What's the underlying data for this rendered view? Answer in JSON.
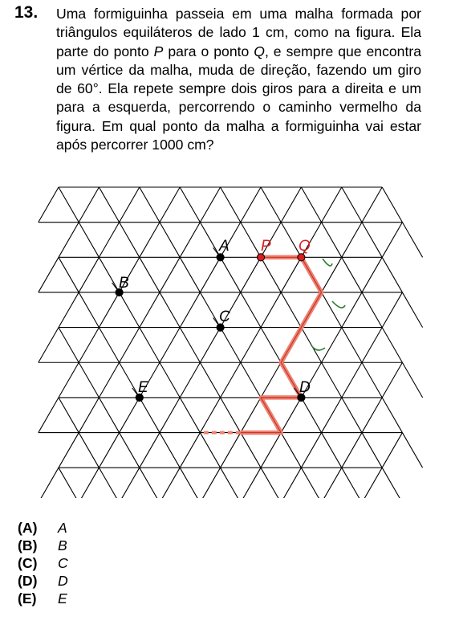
{
  "question": {
    "number": "13.",
    "text_parts": [
      "Uma formiguinha passeia em uma malha formada por triângulos equiláteros de lado 1 cm, como na figura. Ela parte do ponto ",
      "P",
      " para o ponto ",
      "Q",
      ", e sempre que encontra um vértice da malha, muda de direção, fazendo um giro de 60°. Ela repete sempre dois giros para a direita e um para a esquerda, percorrendo o caminho vermelho da figura. Em qual ponto da malha a formiguinha vai estar após percorrer 1000 cm?"
    ]
  },
  "figure": {
    "labels": {
      "A": "A",
      "B": "B",
      "C": "C",
      "D": "D",
      "E": "E",
      "P": "P",
      "Q": "Q"
    },
    "colors": {
      "grid": "#000000",
      "path": "#f08070",
      "path_dark": "#c0392b",
      "arrow": "#2e7d32",
      "red_point": "#d71f1f"
    }
  },
  "options": [
    {
      "label": "(A)",
      "value": "A"
    },
    {
      "label": "(B)",
      "value": "B"
    },
    {
      "label": "(C)",
      "value": "C"
    },
    {
      "label": "(D)",
      "value": "D"
    },
    {
      "label": "(E)",
      "value": "E"
    }
  ]
}
